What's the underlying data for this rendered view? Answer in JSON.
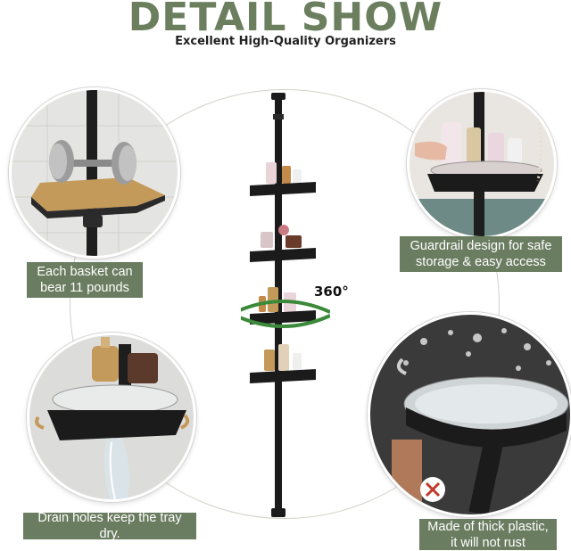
{
  "header": {
    "title": "DETAIL SHOW",
    "subtitle": "Excellent High-Quality Organizers"
  },
  "callouts": {
    "top_left": "Each basket can bear 11 pounds",
    "top_right": "Guardrail design for safe storage & easy access",
    "bottom_left": "Drain holes keep the tray dry.",
    "bottom_right": "Made of thick plastic, it will not rust"
  },
  "product": {
    "rotation_label": "360°"
  },
  "colors": {
    "title": "#6b7f5e",
    "label_bg": "#6b7d61",
    "accent_green": "#3a8a3a",
    "shelf_black": "#1b1b1b"
  }
}
